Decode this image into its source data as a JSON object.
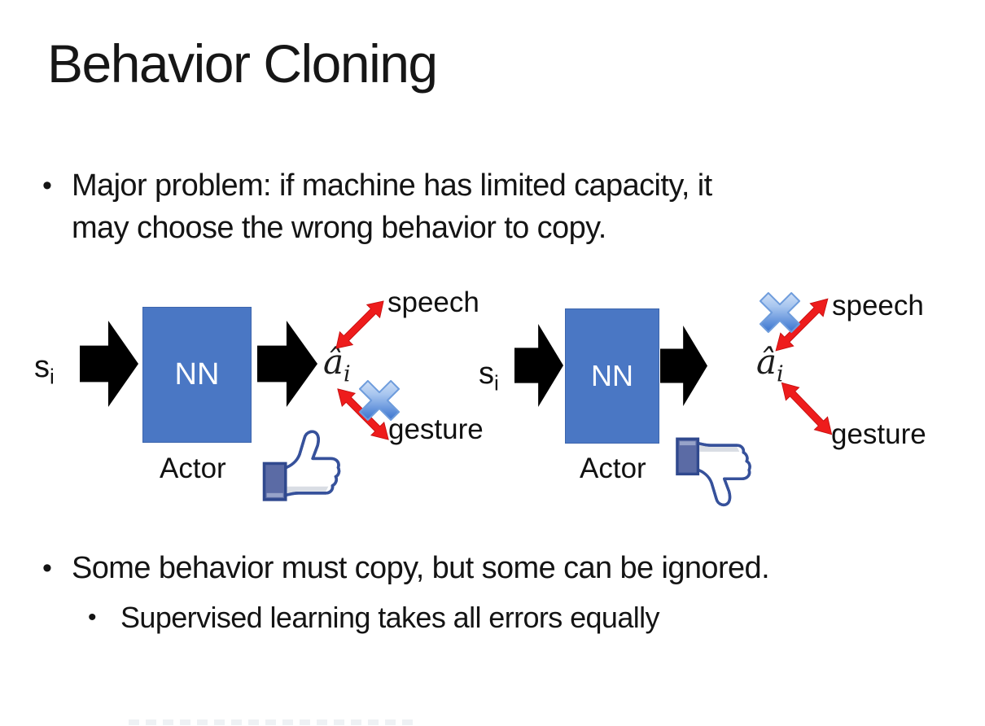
{
  "slide": {
    "title": "Behavior Cloning",
    "bullet_char": "•",
    "bullets": {
      "major_problem_line1": "Major problem: if machine has limited capacity, it",
      "major_problem_line2": "may choose the wrong behavior to copy.",
      "some_behavior": "Some behavior must copy, but some can be ignored.",
      "supervised": "Supervised learning takes all errors equally"
    },
    "diagram_left": {
      "input_base": "s",
      "input_sub": "i",
      "nn_label": "NN",
      "output_base": "â",
      "output_sub": "i",
      "speech_label": "speech",
      "gesture_label": "gesture",
      "actor_label": "Actor",
      "crossed_out_branch": "gesture",
      "feedback_icon": "thumbs-up-icon"
    },
    "diagram_right": {
      "input_base": "s",
      "input_sub": "i",
      "nn_label": "NN",
      "output_base": "â",
      "output_sub": "i",
      "speech_label": "speech",
      "gesture_label": "gesture",
      "actor_label": "Actor",
      "crossed_out_branch": "speech",
      "feedback_icon": "thumbs-down-icon"
    },
    "icons": {
      "cross": "cross-icon",
      "block_arrow": "right-block-arrow-icon",
      "double_arrow": "red-double-arrow-icon"
    },
    "colors": {
      "nn_box_blue": "#4a77c4",
      "block_arrow_black": "#000000",
      "double_arrow_red": "#ee1c1c",
      "cross_blue": "#4a80d4",
      "icon_outline_navy": "#36519b",
      "cuff_blue": "#5b6ba5",
      "background": "#ffffff",
      "text": "#141414"
    }
  }
}
